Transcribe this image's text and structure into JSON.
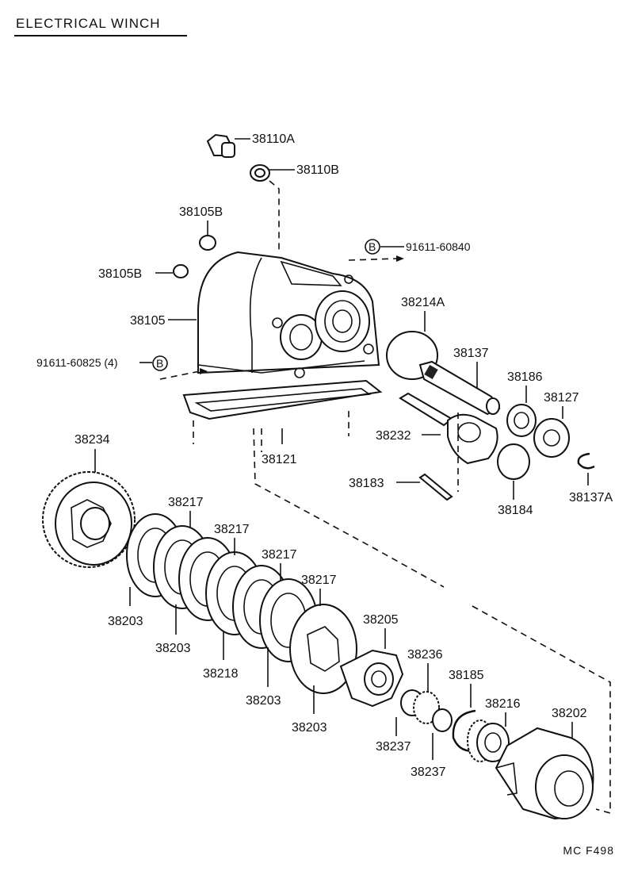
{
  "title": "ELECTRICAL WINCH",
  "figure_ref": "MC  F498",
  "parts": {
    "p38110A": "38110A",
    "p38110B": "38110B",
    "p38105B_top": "38105B",
    "p38105B_left": "38105B",
    "p38105": "38105",
    "p91611_60840": "91611-60840",
    "p91611_60825": "91611-60825 (4)",
    "p38214A": "38214A",
    "p38137": "38137",
    "p38186": "38186",
    "p38127": "38127",
    "p38232": "38232",
    "p38121": "38121",
    "p38183": "38183",
    "p38184": "38184",
    "p38137A": "38137A",
    "p38234": "38234",
    "p38217_1": "38217",
    "p38217_2": "38217",
    "p38217_3": "38217",
    "p38217_4": "38217",
    "p38203_1": "38203",
    "p38203_2": "38203",
    "p38218": "38218",
    "p38203_3": "38203",
    "p38203_4": "38203",
    "p38205": "38205",
    "p38236": "38236",
    "p38185": "38185",
    "p38216": "38216",
    "p38202": "38202",
    "p38237_1": "38237",
    "p38237_2": "38237"
  },
  "markers": {
    "bolt_b1": "B",
    "bolt_b2": "B"
  }
}
